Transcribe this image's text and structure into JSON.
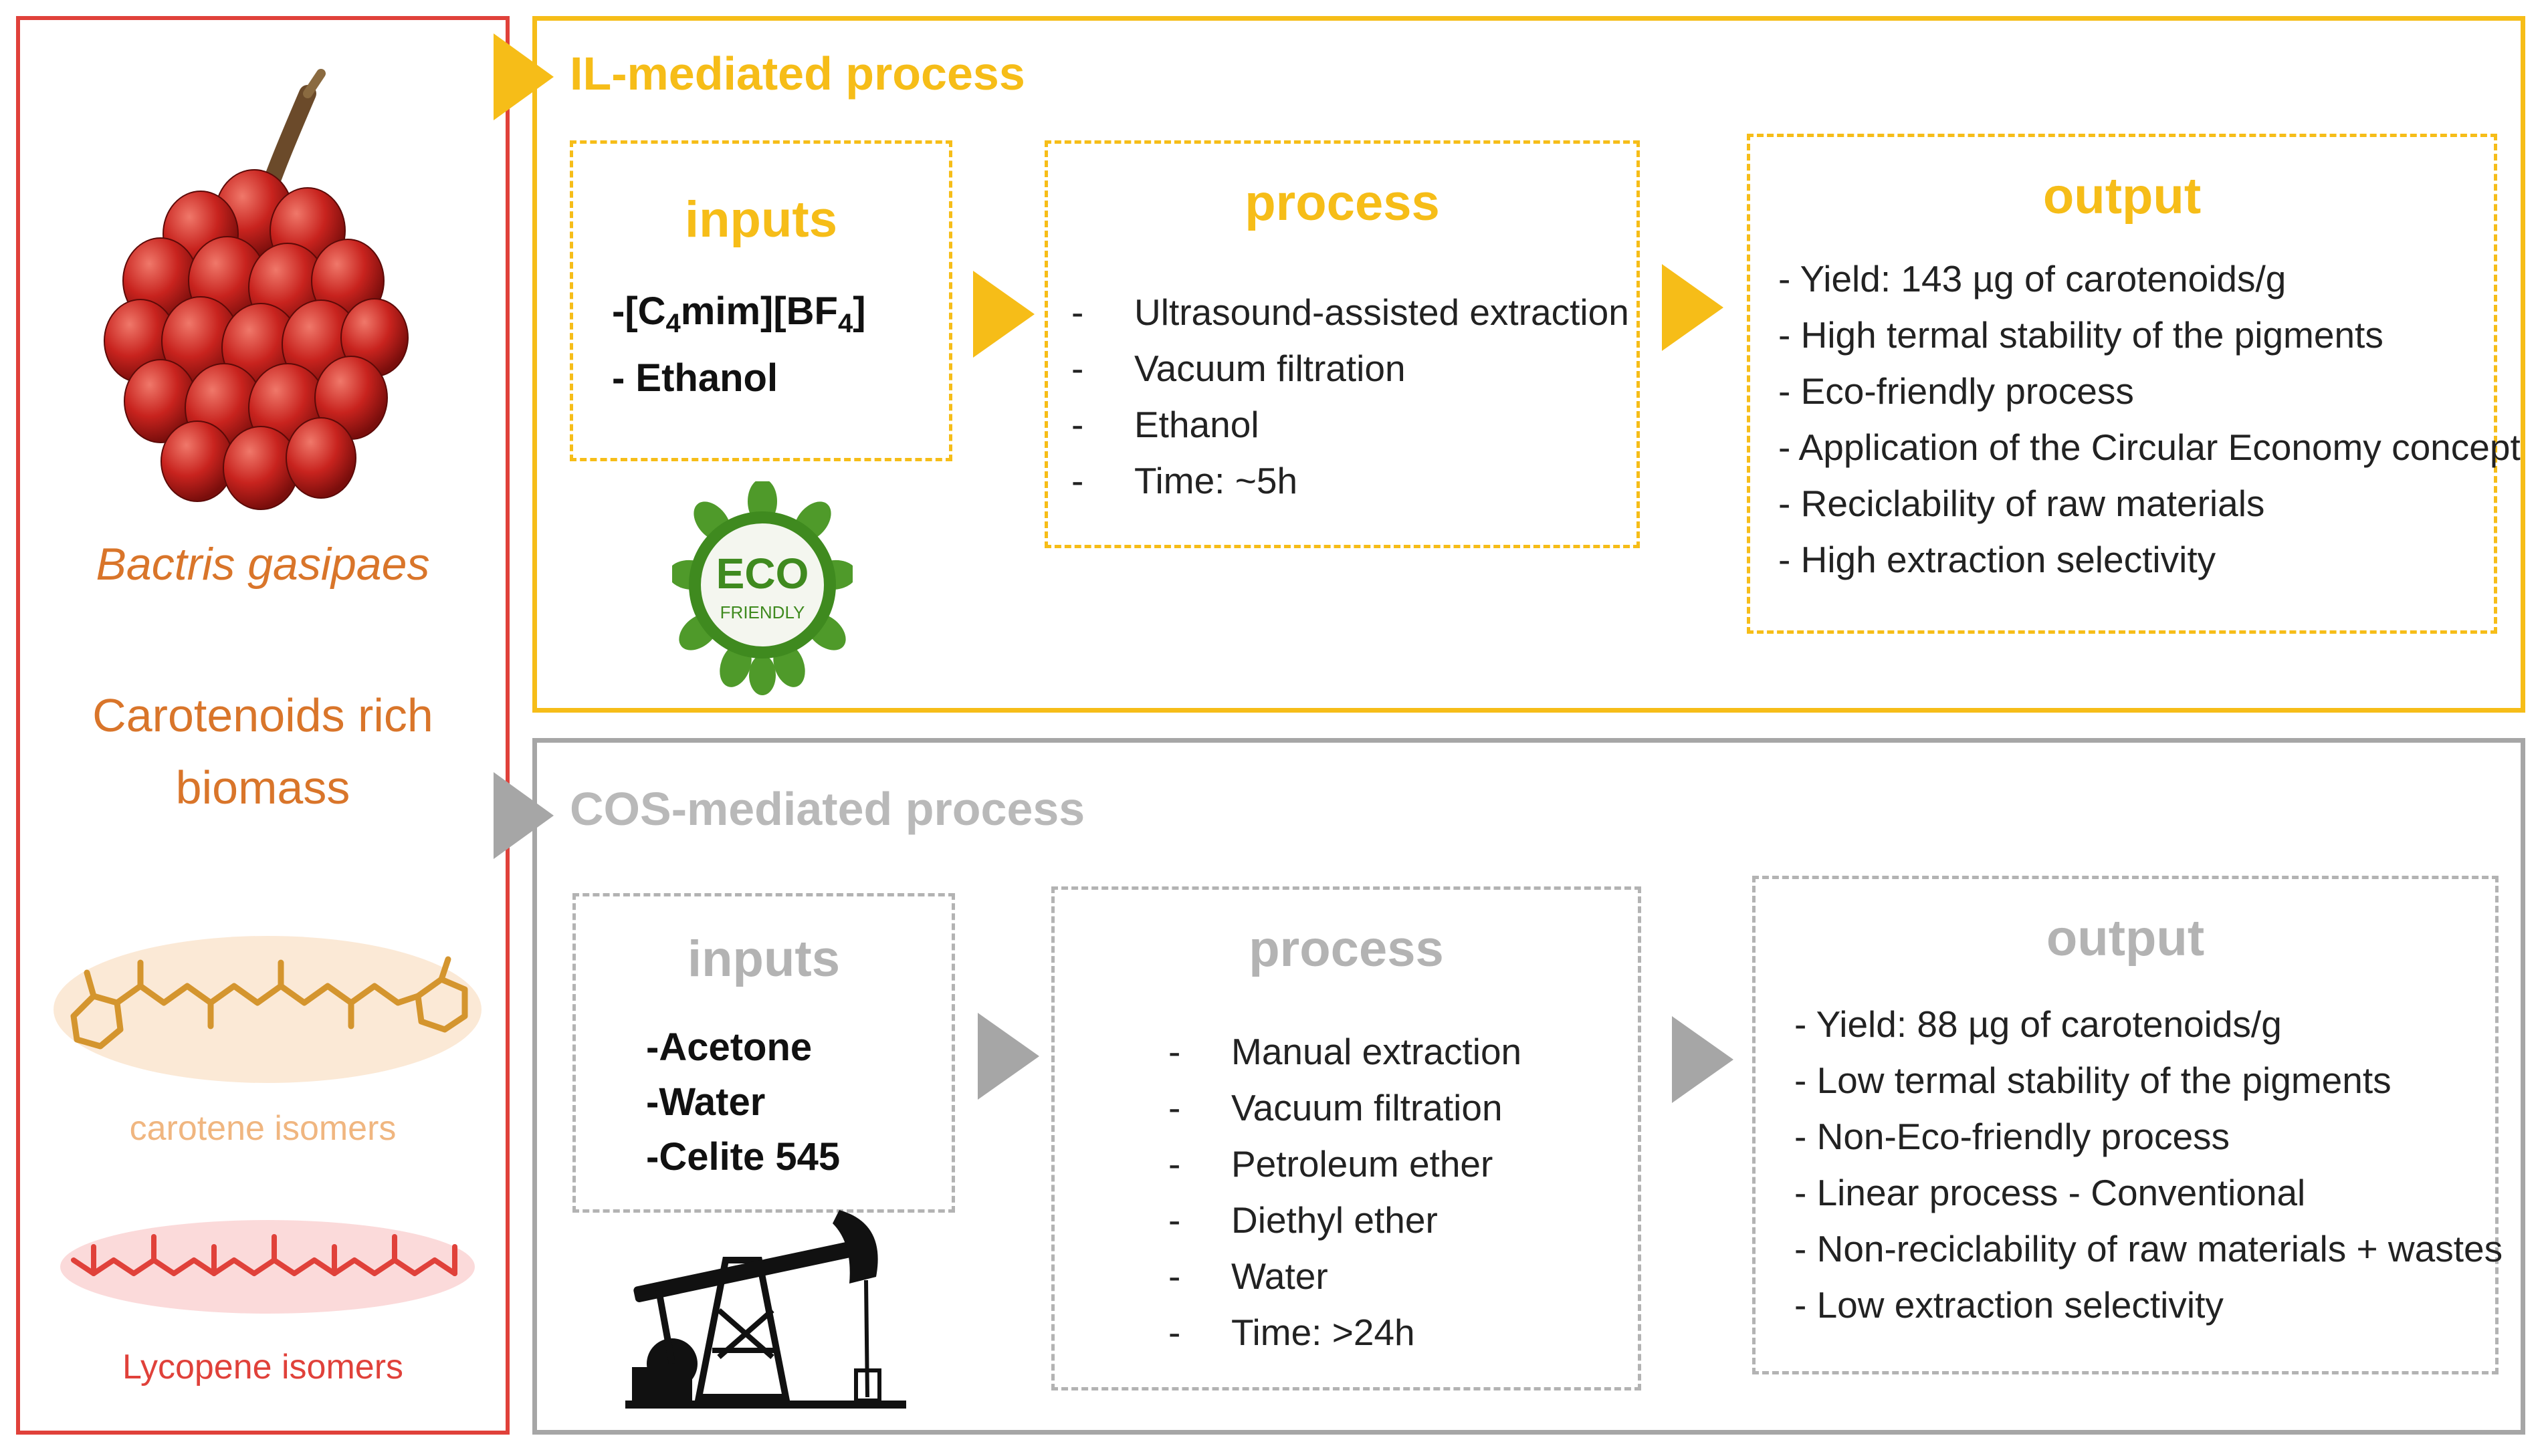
{
  "left": {
    "species": "Bactris gasipaes",
    "biomass_line1": "Carotenoids rich",
    "biomass_line2": "biomass",
    "carotene_label": "carotene isomers",
    "lycopene_label": "Lycopene isomers"
  },
  "il": {
    "title": "IL-mediated process",
    "inputs_head": "inputs",
    "inputs": {
      "ionic_prefix": "-[C",
      "ionic_sub1": "4",
      "ionic_mid": "mim][BF",
      "ionic_sub2": "4",
      "ionic_suffix": "]",
      "ethanol": "- Ethanol"
    },
    "process_head": "process",
    "process": [
      {
        "dash": "-",
        "text": "Ultrasound-assisted extraction"
      },
      {
        "dash": "-",
        "text": "Vacuum filtration"
      },
      {
        "dash": "-",
        "text": "Ethanol"
      },
      {
        "dash": "-",
        "text": "Time: ~5h"
      }
    ],
    "output_head": "output",
    "output": [
      "- Yield: 143 µg of carotenoids/g",
      "- High termal stability of the pigments",
      "- Eco-friendly process",
      "- Application of the Circular Economy concept",
      "- Reciclability of raw materials",
      "- High extraction selectivity"
    ],
    "badge_line1": "ECO",
    "badge_line2": "FRIENDLY"
  },
  "cos": {
    "title": "COS-mediated process",
    "inputs_head": "inputs",
    "inputs": [
      "-Acetone",
      "-Water",
      "-Celite 545"
    ],
    "process_head": "process",
    "process": [
      {
        "dash": "-",
        "text": "Manual extraction"
      },
      {
        "dash": "-",
        "text": "Vacuum filtration"
      },
      {
        "dash": "-",
        "text": "Petroleum ether"
      },
      {
        "dash": "-",
        "text": "Diethyl ether"
      },
      {
        "dash": "-",
        "text": "Water"
      },
      {
        "dash": "-",
        "text": "Time: >24h"
      }
    ],
    "output_head": "output",
    "output": [
      "- Yield: 88 µg of carotenoids/g",
      "- Low termal stability of the pigments",
      "- Non-Eco-friendly process",
      "- Linear process - Conventional",
      "- Non-reciclability of raw materials + wastes",
      "- Low extraction selectivity"
    ]
  },
  "colors": {
    "il_accent": "#f6bd18",
    "cos_accent": "#a6a6a6",
    "left_border": "#e0413a",
    "biomass_text": "#d9752a"
  }
}
